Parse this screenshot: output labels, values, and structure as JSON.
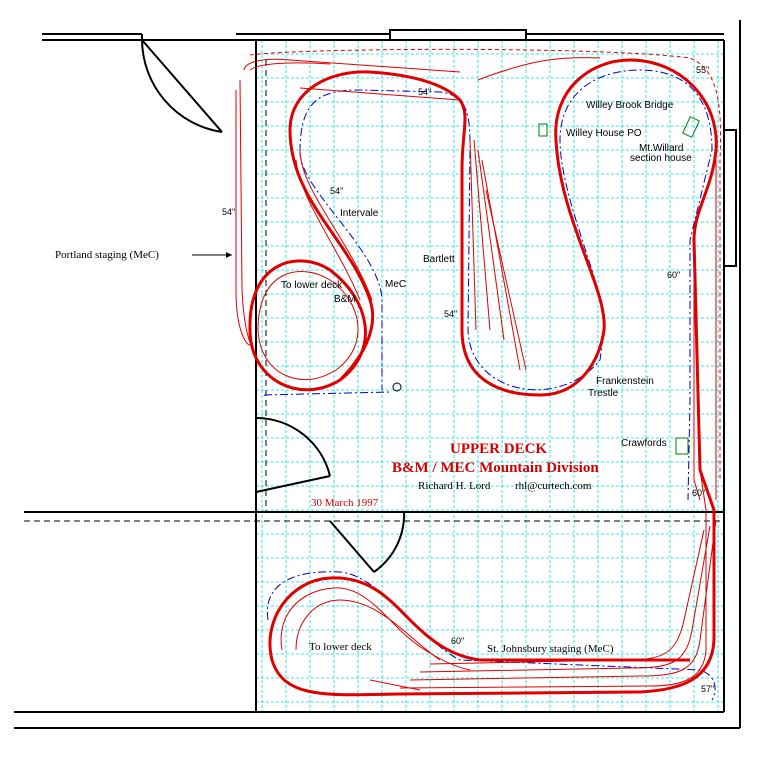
{
  "title": {
    "line1": "UPPER  DECK",
    "line2": "B&M  / MEC  Mountain  Division",
    "author": "Richard H. Lord",
    "email": "rhl@curtech.com",
    "date": "30 March 1997"
  },
  "labels": {
    "portland_staging": "Portland staging (MeC)",
    "to_lower_deck_top": "To lower deck",
    "to_lower_deck_bottom": "To lower deck",
    "bm": "B&M",
    "mec": "MeC",
    "intervale": "Intervale",
    "bartlett": "Bartlett",
    "willey_brook_bridge": "Willey Brook Bridge",
    "willey_house_po": "Willey House PO",
    "mt_willard_1": "Mt.Willard",
    "mt_willard_2": "section house",
    "frankenstein_1": "Frankenstein",
    "frankenstein_2": "Trestle",
    "crawfords": "Crawfords",
    "st_johnsbury": "St. Johnsbury staging (MeC)"
  },
  "dimensions": {
    "d54_left": "54\"",
    "d54_top": "54\"",
    "d54_intervale": "54\"",
    "d54_bartlett": "54\"",
    "d55": "55\"",
    "d60_right": "60\"",
    "d60_lower_right": "60\"",
    "d60_bottom": "60\"",
    "d57": "57\""
  },
  "colors": {
    "track": "#e00000",
    "grid": "#00e0e0",
    "benchwork": "#0000c0",
    "walls": "#000000"
  }
}
